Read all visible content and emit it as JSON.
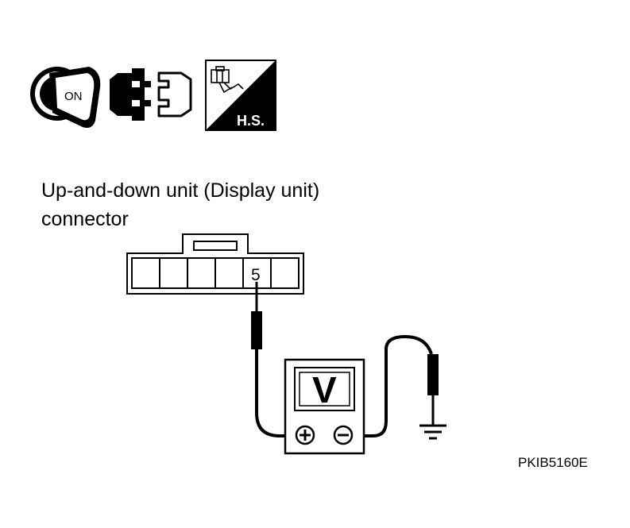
{
  "icons": {
    "ignition": {
      "name": "ignition-key-icon",
      "label": "ON"
    },
    "connector_disconnect": {
      "name": "connector-disconnect-icon"
    },
    "harness_side": {
      "name": "harness-side-icon",
      "label": "H.S."
    }
  },
  "connector_label": {
    "line1": "Up-and-down unit (Display unit)",
    "line2": "connector"
  },
  "connector": {
    "terminal": "5"
  },
  "meter": {
    "symbol": "V",
    "plus_icon": "plus-terminal-icon",
    "minus_icon": "minus-terminal-icon"
  },
  "ground_icon": "ground-icon",
  "figure_code": "PKIB5160E"
}
